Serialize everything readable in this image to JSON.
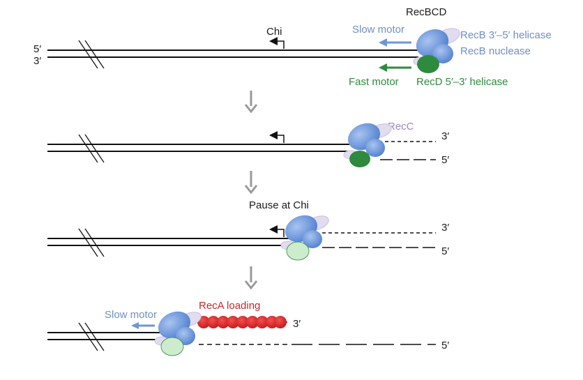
{
  "labels": {
    "recbcd": "RecBCD",
    "chi": "Chi",
    "slow_motor": "Slow motor",
    "fast_motor": "Fast motor",
    "recb_helicase": "RecB 3′–5′ helicase",
    "recb_nuclease": "RecB nuclease",
    "recd_helicase": "RecD 5′–3′ helicase",
    "recc": "RecC",
    "pause_at_chi": "Pause at Chi",
    "slow_motor_2": "Slow motor",
    "reca_loading": "RecA loading",
    "five_prime": "5′",
    "three_prime": "3′"
  },
  "colors": {
    "recb": "#6f96d6",
    "recd_active": "#2e8b3e",
    "recd_inactive": "#cdeccd",
    "recc": "#e2dcef",
    "reca": "#d42a2a",
    "arrow_gray": "#999999"
  }
}
